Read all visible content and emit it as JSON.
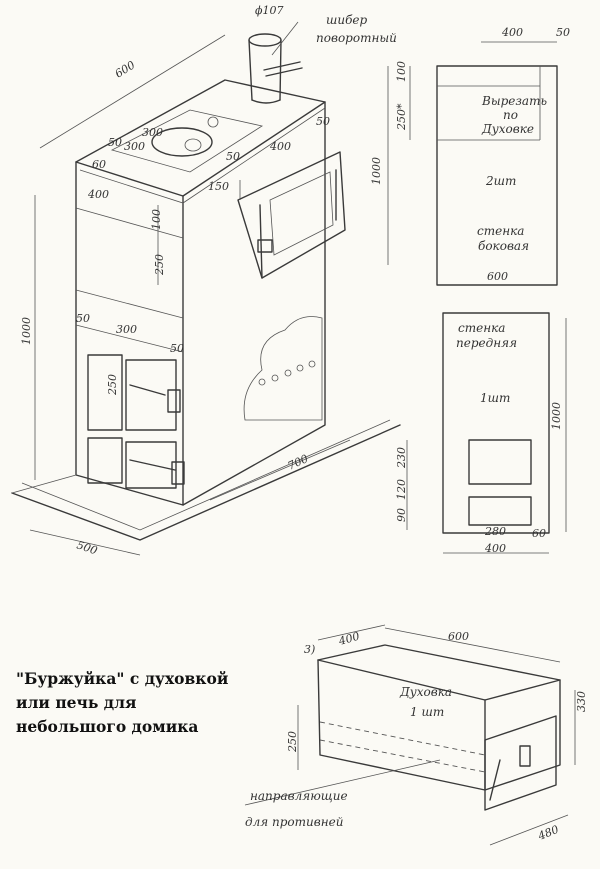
{
  "caption": "\"Буржуйка\" с духовкой\nили печь для\nнебольшого домика",
  "stove": {
    "damper_label_1": "шибер",
    "damper_label_2": "поворотный",
    "pipe_diameter": "ϕ107",
    "dims": {
      "top_depth": "600",
      "top_width_front": "400",
      "hole_offset_a": "300",
      "hole_offset_b": "300",
      "d50a": "50",
      "d60": "60",
      "d50b": "50",
      "d150": "150",
      "d400b": "400",
      "d50c": "50",
      "d100": "100",
      "d250": "250",
      "total_height": "1000",
      "door_left": "50",
      "door_width": "300",
      "door_right": "50",
      "door_250": "250",
      "base_500": "500",
      "base_700": "700"
    }
  },
  "side_wall": {
    "w400": "400",
    "w50": "50",
    "h100": "100",
    "h250": "250*",
    "h1000": "1000",
    "note_1": "Вырезать",
    "note_2": "по",
    "note_3": "Духовке",
    "qty": "2шт",
    "name_1": "стенка",
    "name_2": "боковая",
    "w600": "600"
  },
  "front_wall": {
    "name_1": "стенка",
    "name_2": "передняя",
    "qty": "1шт",
    "h1000": "1000",
    "h230": "230",
    "h120": "120",
    "h90": "90",
    "w280": "280",
    "w60": "60",
    "w400": "400"
  },
  "oven": {
    "marker": "3)",
    "d400": "400",
    "d600": "600",
    "name": "Духовка",
    "qty": "1 шт",
    "d250": "250",
    "d330": "330",
    "d480": "480",
    "guides_1": "направляющие",
    "guides_2": "для противней"
  }
}
